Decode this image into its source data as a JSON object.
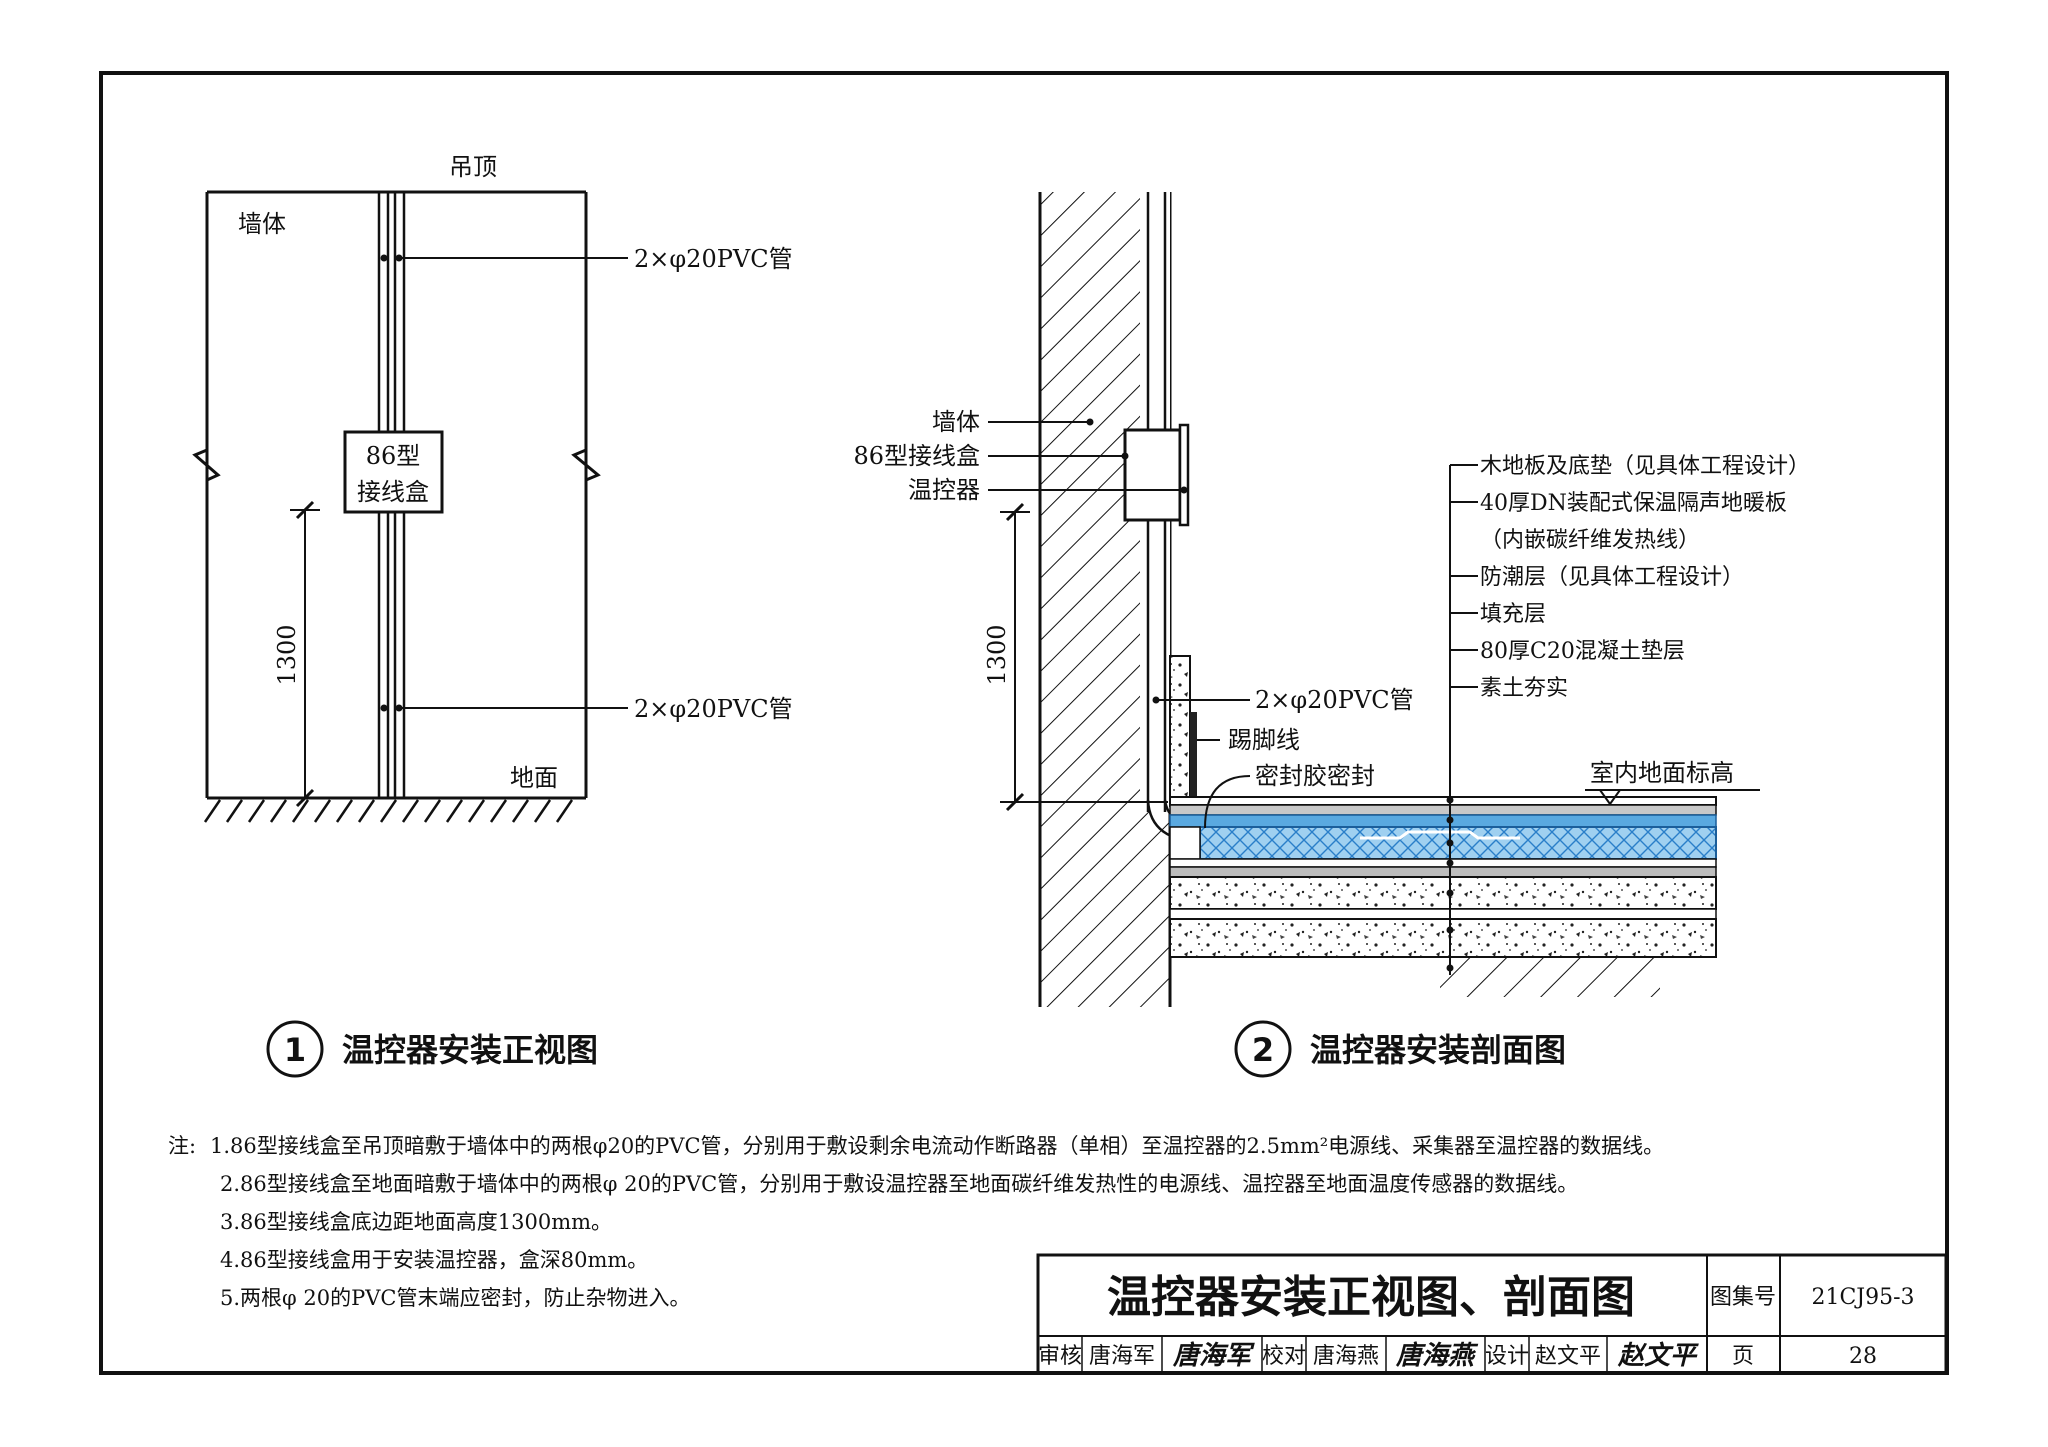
{
  "figure1": {
    "ceiling_label": "吊顶",
    "wall_label": "墙体",
    "pipe_label_top": "2×φ20PVC管",
    "pipe_label_bottom": "2×φ20PVC管",
    "box_label_line1": "86型",
    "box_label_line2": "接线盒",
    "floor_label": "地面",
    "dimension": "1300",
    "number": "1",
    "title": "温控器安装正视图"
  },
  "figure2": {
    "wall_label": "墙体",
    "box_label": "86型接线盒",
    "thermostat_label": "温控器",
    "dimension": "1300",
    "pipe_label": "2×φ20PVC管",
    "skirting_label": "踢脚线",
    "sealant_label": "密封胶密封",
    "floor_elevation_label": "室内地面标高",
    "layers": [
      "木地板及底垫（见具体工程设计）",
      "40厚DN装配式保温隔声地暖板",
      "（内嵌碳纤维发热线）",
      "防潮层（见具体工程设计）",
      "填充层",
      "80厚C20混凝土垫层",
      "素土夯实"
    ],
    "number": "2",
    "title": "温控器安装剖面图"
  },
  "notes": {
    "prefix": "注:",
    "items": [
      "1.86型接线盒至吊顶暗敷于墙体中的两根φ20的PVC管，分别用于敷设剩余电流动作断路器（单相）至温控器的2.5mm²电源线、采集器至温控器的数据线。",
      "2.86型接线盒至地面暗敷于墙体中的两根φ 20的PVC管，分别用于敷设温控器至地面碳纤维发热性的电源线、温控器至地面温度传感器的数据线。",
      "3.86型接线盒底边距地面高度1300mm。",
      "4.86型接线盒用于安装温控器，盒深80mm。",
      "5.两根φ 20的PVC管末端应密封，防止杂物进入。"
    ]
  },
  "title_block": {
    "drawing_title": "温控器安装正视图、剖面图",
    "atlas_label": "图集号",
    "atlas_number": "21CJ95-3",
    "review_label": "审核",
    "reviewer": "唐海军",
    "reviewer_signature": "唐海军",
    "check_label": "校对",
    "checker": "唐海燕",
    "checker_signature": "唐海燕",
    "design_label": "设计",
    "designer": "赵文平",
    "designer_signature": "赵文平",
    "page_label": "页",
    "page_number": "28"
  }
}
